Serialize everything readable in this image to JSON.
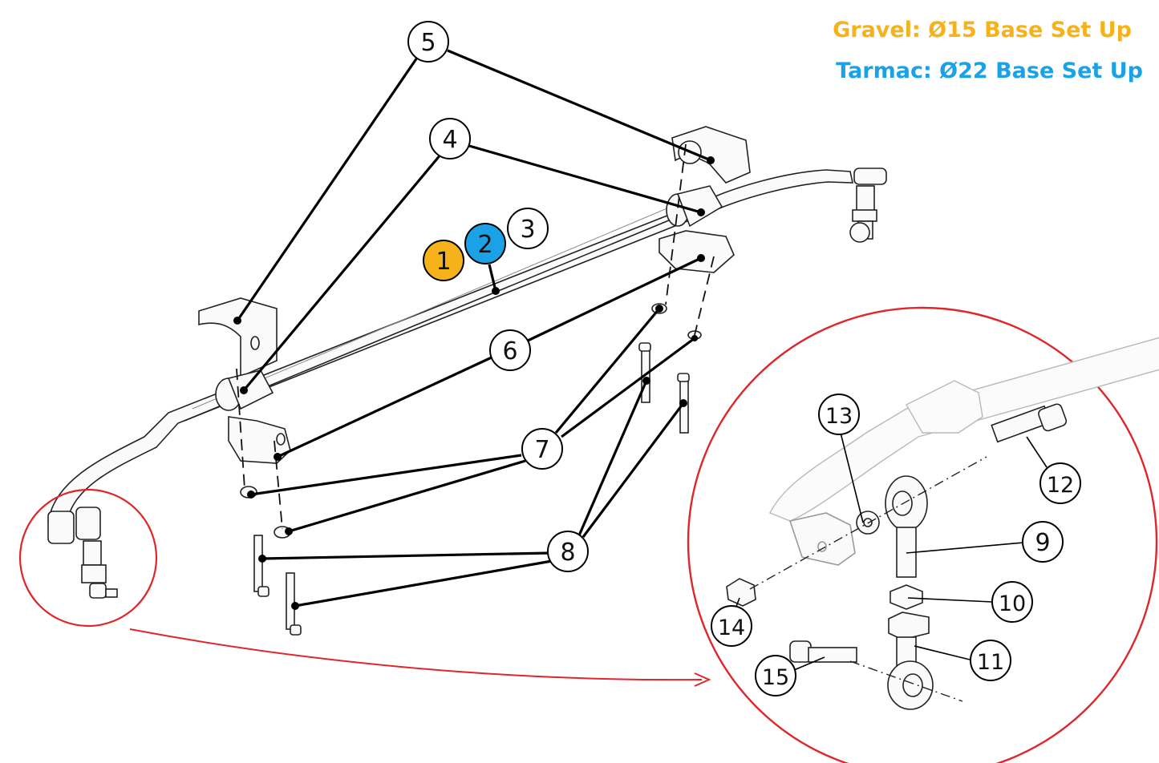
{
  "legend": {
    "gravel": {
      "text": "Gravel: Ø15 Base Set Up",
      "color": "#F5B21A"
    },
    "tarmac": {
      "text": "Tarmac: Ø22 Base Set Up",
      "color": "#1BA1E6"
    }
  },
  "callouts": {
    "c1": "1",
    "c2": "2",
    "c3": "3",
    "c4": "4",
    "c5": "5",
    "c6": "6",
    "c7": "7",
    "c8": "8",
    "c9": "9",
    "c10": "10",
    "c11": "11",
    "c12": "12",
    "c13": "13",
    "c14": "14",
    "c15": "15"
  },
  "colors": {
    "callout_1_fill": "#F5B21A",
    "callout_2_fill": "#1BA1E6",
    "highlight_circle": "#E0262A"
  }
}
